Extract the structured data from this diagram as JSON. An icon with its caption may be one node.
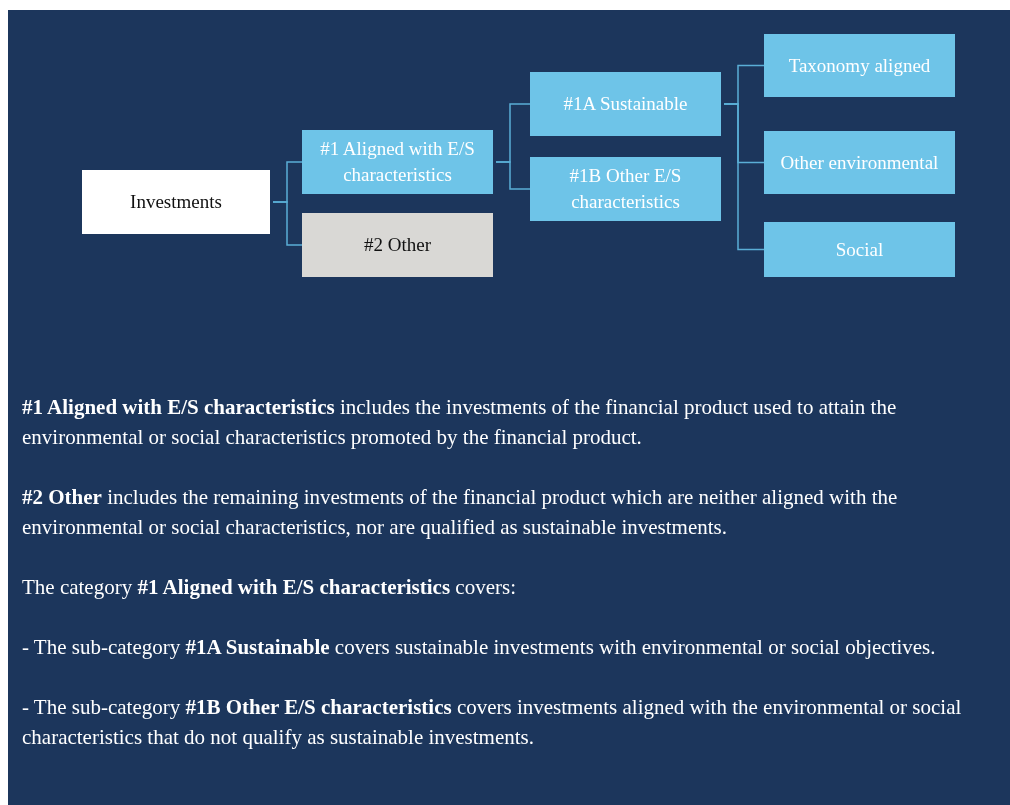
{
  "diagram": {
    "nodes": [
      {
        "text": [
          "Investments"
        ]
      },
      {
        "text": [
          "#1 Aligned with E/S characteristics"
        ]
      },
      {
        "text": [
          "#2 Other"
        ]
      },
      {
        "text": [
          "#1A Sustainable"
        ]
      },
      {
        "text": [
          "#1B Other E/S characteristics"
        ]
      },
      {
        "text": [
          "Taxonomy aligned"
        ]
      },
      {
        "text": [
          "Other environmental"
        ]
      },
      {
        "text": [
          "Social"
        ]
      }
    ],
    "edges": [
      {
        "from": 0,
        "to": 1,
        "arrow": "none"
      },
      {
        "from": 0,
        "to": 2,
        "arrow": "none"
      },
      {
        "from": 1,
        "to": 3,
        "arrow": "none"
      },
      {
        "from": 1,
        "to": 4,
        "arrow": "none"
      },
      {
        "from": 3,
        "to": 5,
        "arrow": "none"
      },
      {
        "from": 3,
        "to": 6,
        "arrow": "none"
      },
      {
        "from": 3,
        "to": 7,
        "arrow": "none"
      }
    ],
    "labels": [
      "**#1 Aligned with E/S characteristics** includes the investments of the financial product used to attain the environmental or social characteristics promoted by the financial product.",
      "**#2 Other** includes the remaining investments of the financial product which are neither aligned with the environmental or social characteristics, nor are qualified as sustainable investments.",
      "The category **#1 Aligned with E/S characteristics** covers:",
      "- The sub-category **#1A Sustainable** covers sustainable investments with environmental or social objectives.",
      "- The sub-category **#1B Other E/S characteristics** covers investments aligned with the environmental or social characteristics that do not qualify as sustainable investments."
    ]
  }
}
